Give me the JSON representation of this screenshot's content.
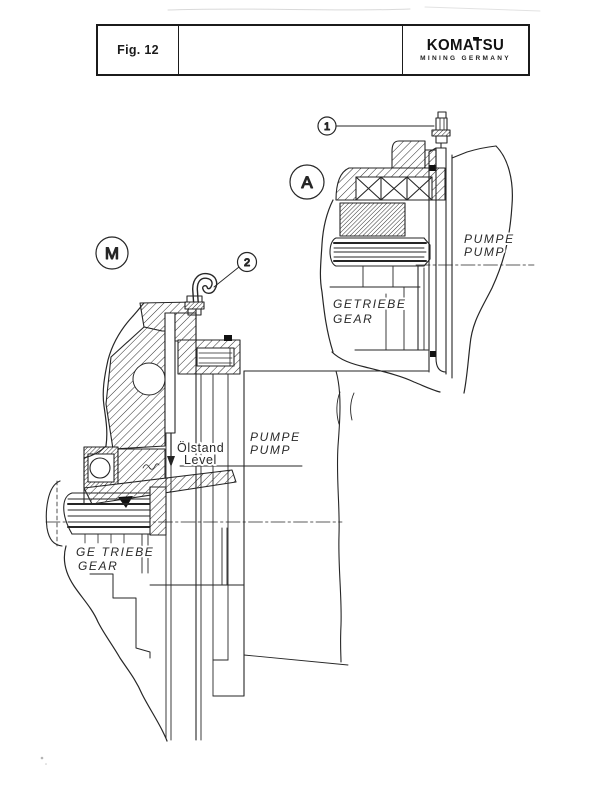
{
  "header": {
    "figure_label": "Fig. 12",
    "brand_name": "KOMATSU",
    "brand_subtitle": "MINING GERMANY"
  },
  "detail_a": {
    "view_letter": "A",
    "callout_vent": "1",
    "pump_label_line1": "PUMPE",
    "pump_label_line2": "PUMP",
    "gear_label_line1": "GETRIEBE",
    "gear_label_line2": "GEAR"
  },
  "main_view": {
    "view_letter": "M",
    "callout_breather": "2",
    "pump_label_line1": "PUMPE",
    "pump_label_line2": "PUMP",
    "gear_label_line1": "GE TRIEBE",
    "gear_label_line2": "GEAR",
    "oil_level_line1": "Ölstand",
    "oil_level_line2": "Level"
  }
}
